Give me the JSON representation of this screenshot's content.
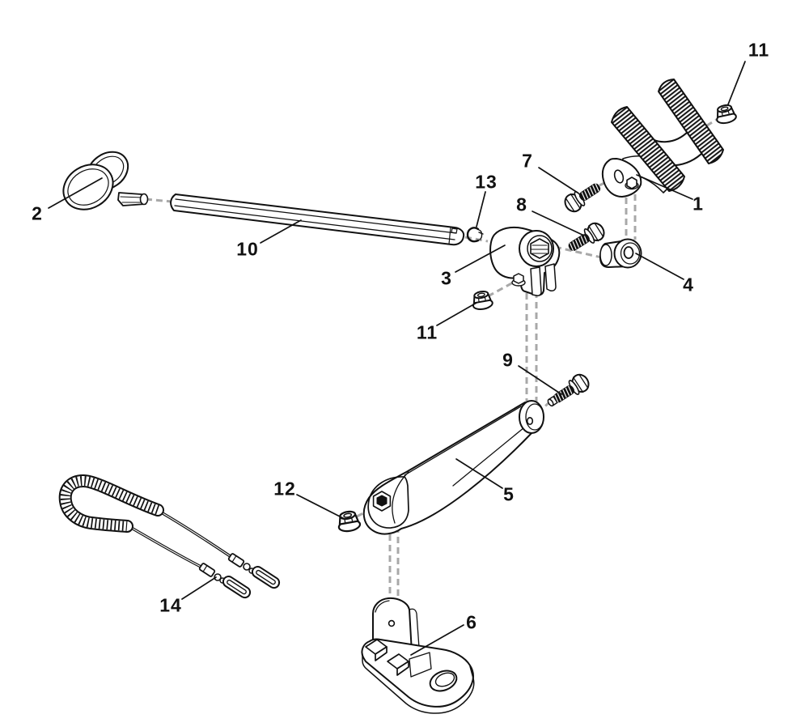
{
  "figure": {
    "type": "exploded-parts-diagram",
    "background": "#ffffff",
    "ink_color": "#111111",
    "guide_color": "#a8a8a8",
    "callouts": [
      {
        "label": "1"
      },
      {
        "label": "2"
      },
      {
        "label": "3"
      },
      {
        "label": "4"
      },
      {
        "label": "5"
      },
      {
        "label": "6"
      },
      {
        "label": "7"
      },
      {
        "label": "8"
      },
      {
        "label": "9"
      },
      {
        "label": "10"
      },
      {
        "label": "11"
      },
      {
        "label": "11"
      },
      {
        "label": "12"
      },
      {
        "label": "13"
      },
      {
        "label": "14"
      }
    ]
  }
}
